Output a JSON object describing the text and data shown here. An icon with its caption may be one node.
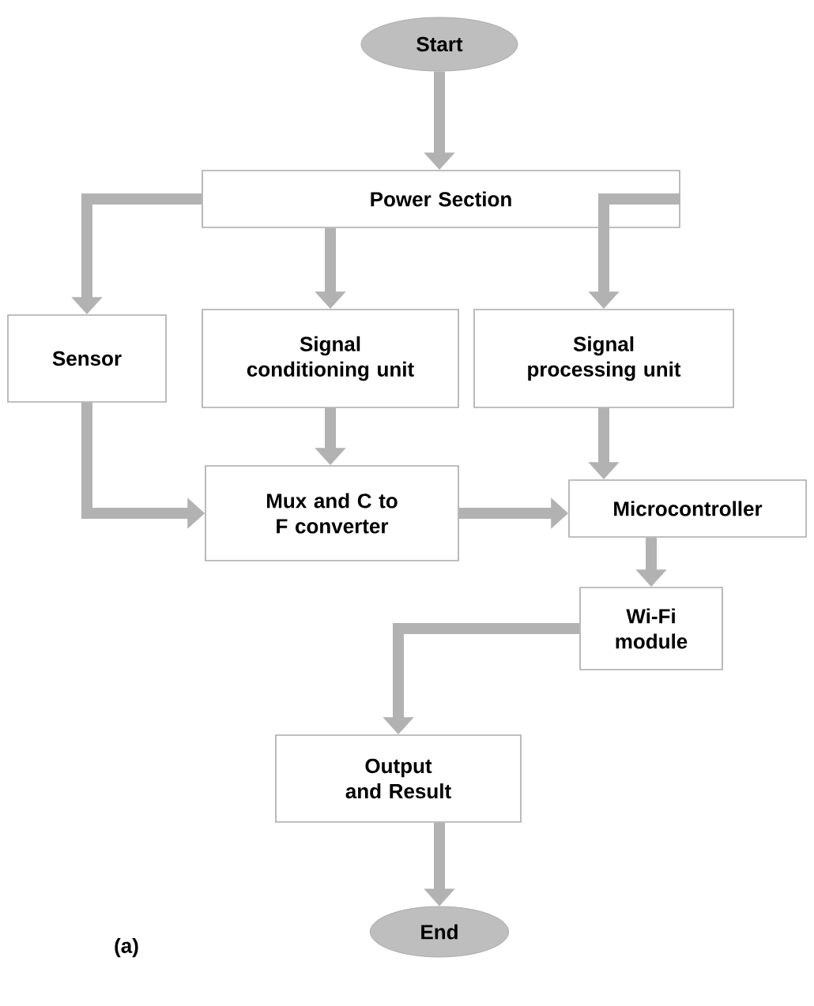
{
  "diagram": {
    "nodes": [
      {
        "text": [
          "Start"
        ]
      },
      {
        "text": [
          "Power Section"
        ]
      },
      {
        "text": [
          "Sensor"
        ]
      },
      {
        "text": [
          "Signal conditioning unit"
        ]
      },
      {
        "text": [
          "Signal processing unit"
        ]
      },
      {
        "text": [
          "Mux and C to F converter"
        ]
      },
      {
        "text": [
          "Microcontroller"
        ]
      },
      {
        "text": [
          "Wi-Fi module"
        ]
      },
      {
        "text": [
          "Output and Result"
        ]
      },
      {
        "text": [
          "End"
        ]
      }
    ],
    "edges": [
      {
        "from": 0,
        "to": 1,
        "arrow": "to"
      },
      {
        "from": 1,
        "to": 2,
        "arrow": "to"
      },
      {
        "from": 1,
        "to": 3,
        "arrow": "to"
      },
      {
        "from": 1,
        "to": 4,
        "arrow": "to"
      },
      {
        "from": 2,
        "to": 5,
        "arrow": "to"
      },
      {
        "from": 3,
        "to": 5,
        "arrow": "to"
      },
      {
        "from": 5,
        "to": 6,
        "arrow": "to"
      },
      {
        "from": 4,
        "to": 6,
        "arrow": "to"
      },
      {
        "from": 6,
        "to": 7,
        "arrow": "to"
      },
      {
        "from": 7,
        "to": 8,
        "arrow": "to"
      },
      {
        "from": 8,
        "to": 9,
        "arrow": "to"
      }
    ],
    "labels": [
      "(a)"
    ]
  }
}
